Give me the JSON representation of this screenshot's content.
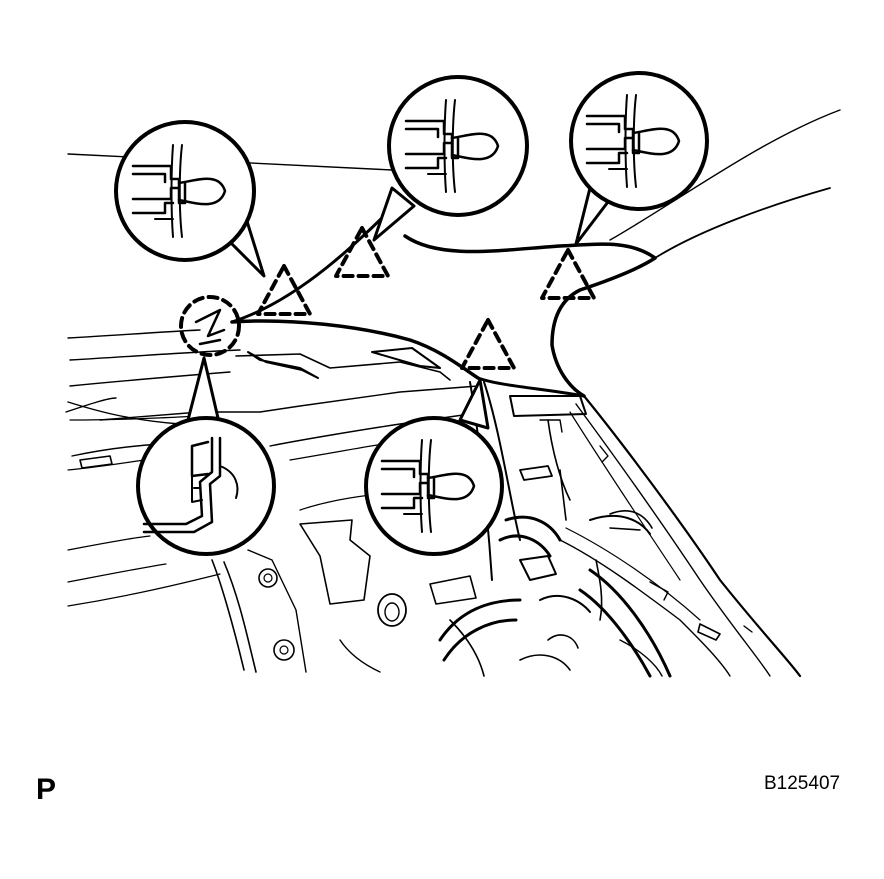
{
  "page_marker": "P",
  "figure_id": "B125407",
  "colors": {
    "ink": "#000000",
    "paper": "#ffffff"
  },
  "callouts": [
    {
      "name": "clip-detail-left-upper",
      "kind": "clip"
    },
    {
      "name": "clip-detail-center-upper",
      "kind": "clip"
    },
    {
      "name": "clip-detail-right-upper",
      "kind": "clip"
    },
    {
      "name": "claw-detail-left-lower",
      "kind": "claw"
    },
    {
      "name": "clip-detail-center-lower",
      "kind": "clip"
    }
  ],
  "markers": [
    {
      "name": "clip-marker-1",
      "symbol": "dashed-triangle"
    },
    {
      "name": "clip-marker-2",
      "symbol": "dashed-triangle"
    },
    {
      "name": "clip-marker-3",
      "symbol": "dashed-triangle"
    },
    {
      "name": "clip-marker-4",
      "symbol": "dashed-triangle"
    },
    {
      "name": "claw-marker",
      "symbol": "dashed-circle"
    }
  ]
}
